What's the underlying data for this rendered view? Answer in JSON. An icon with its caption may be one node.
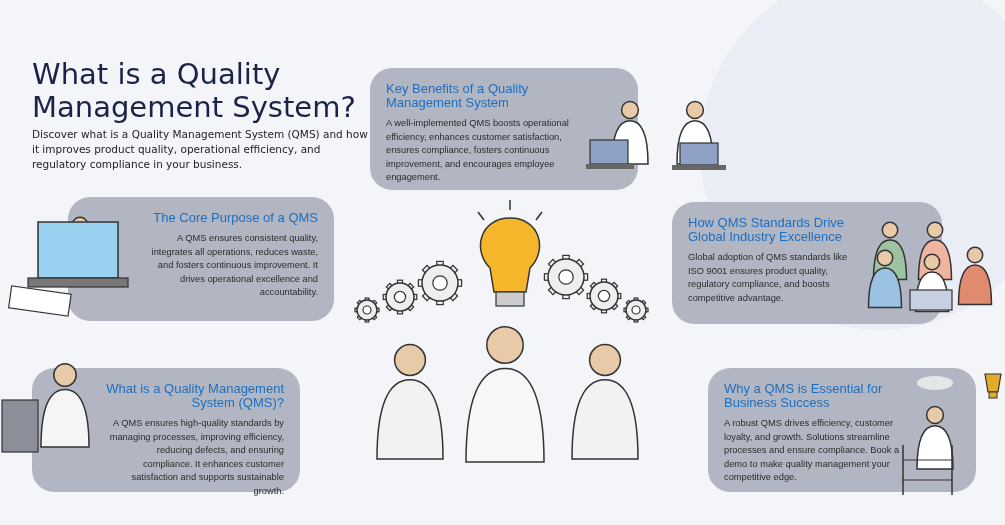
{
  "diagram": {
    "title": "What is a Quality Management System?",
    "nodes": [
      {
        "text": [
          "Key Benefits of a Quality Management System",
          "A well-implemented QMS boosts operational efficiency, enhances customer satisfaction, ensures compliance, fosters continuous improvement, and encourages employee engagement."
        ]
      },
      {
        "text": [
          "The Core Purpose of a QMS",
          "A QMS ensures consistent quality, integrates all operations, reduces waste, and fosters continuous improvement. It drives operational excellence and accountability."
        ]
      },
      {
        "text": [
          "How QMS Standards Drive Global Industry Excellence",
          "Global adoption of QMS standards like ISO 9001 ensures product quality, regulatory compliance, and boosts competitive advantage."
        ]
      },
      {
        "text": [
          "What is a Quality Management System (QMS)?",
          "A QMS ensures high-quality standards by managing processes, improving efficiency, reducing defects, and ensuring compliance. It enhances customer satisfaction and supports sustainable growth."
        ]
      },
      {
        "text": [
          "Why a QMS is Essential for Business Success",
          "A robust QMS drives efficiency, customer loyalty, and growth. Solutions streamline processes and ensure compliance. Book a demo to make quality management your competitive edge."
        ]
      }
    ],
    "edges": [],
    "labels": [
      "Discover what is a Quality Management System (QMS) and how it improves product quality, operational efficiency, and regulatory compliance in your business."
    ]
  }
}
